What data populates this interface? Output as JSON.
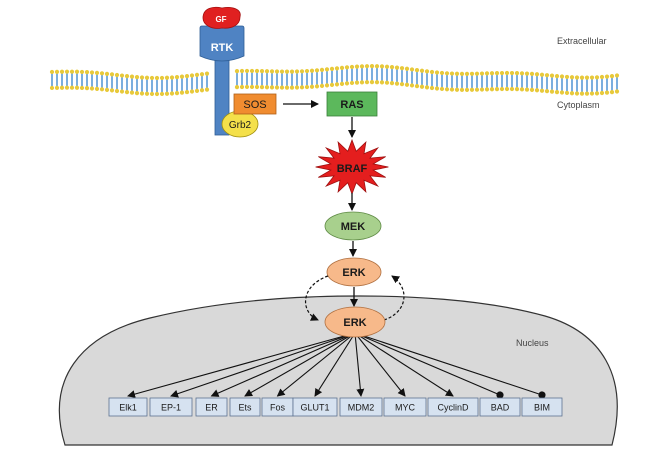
{
  "regions": {
    "extracellular": "Extracellular",
    "cytoplasm": "Cytoplasm",
    "nucleus": "Nucleus"
  },
  "nodes": {
    "gf": "GF",
    "rtk": "RTK",
    "sos": "SOS",
    "grb2": "Grb2",
    "ras": "RAS",
    "braf": "BRAF",
    "mek": "MEK",
    "erk_cyto": "ERK",
    "erk_nuc": "ERK"
  },
  "targets": [
    {
      "label": "Elk1",
      "effect": "activation"
    },
    {
      "label": "EP-1",
      "effect": "activation"
    },
    {
      "label": "ER",
      "effect": "activation"
    },
    {
      "label": "Ets",
      "effect": "activation"
    },
    {
      "label": "Fos",
      "effect": "activation"
    },
    {
      "label": "GLUT1",
      "effect": "activation"
    },
    {
      "label": "MDM2",
      "effect": "activation"
    },
    {
      "label": "MYC",
      "effect": "activation"
    },
    {
      "label": "CyclinD",
      "effect": "activation"
    },
    {
      "label": "BAD",
      "effect": "inhibition"
    },
    {
      "label": "BIM",
      "effect": "inhibition"
    }
  ],
  "colors": {
    "membrane_head": "#e8c93a",
    "membrane_tail": "#5a9ad6",
    "rtk": "#4f83c3",
    "gf": "#e02020",
    "sos": "#f08c30",
    "grb2": "#f4e04a",
    "ras": "#5cb85c",
    "braf": "#e41e1e",
    "mek": "#a8d08d",
    "erk": "#f7b98a",
    "nucleus": "#d9d9d9",
    "target_box": "#d6e2f0"
  }
}
